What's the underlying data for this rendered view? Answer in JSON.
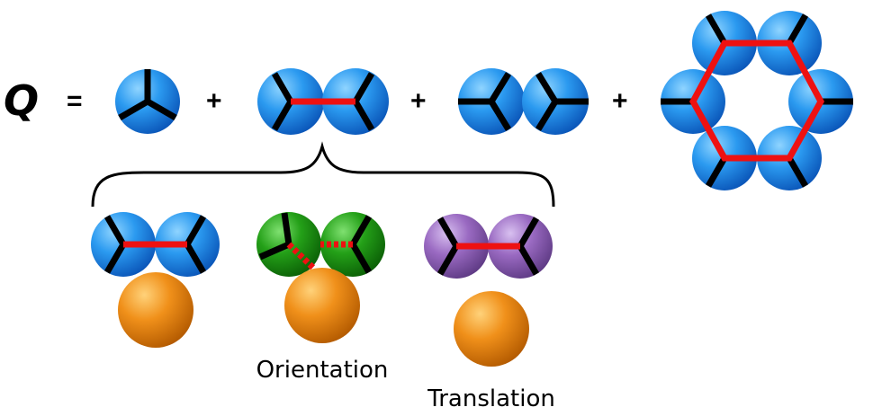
{
  "equation": {
    "lhs": "Q",
    "equals": "=",
    "plus": "+",
    "terms": [
      {
        "name": "single-patchy-particle"
      },
      {
        "name": "bonded-dimer"
      },
      {
        "name": "unbonded-pair"
      },
      {
        "name": "hexagonal-ring"
      }
    ]
  },
  "expansion": {
    "panels": [
      {
        "name": "bonded-dimer-with-sphere",
        "particle_color": "blue"
      },
      {
        "name": "orientation-variant",
        "particle_color": "green",
        "label": "Orientation"
      },
      {
        "name": "translation-variant",
        "particle_color": "purple",
        "label": "Translation"
      }
    ]
  },
  "colors": {
    "blue": "#1f8fe6",
    "green": "#1e9a12",
    "purple": "#9a6ac2",
    "sphere": "#f0901a",
    "bond": "#ee1111",
    "patch": "#000000"
  }
}
